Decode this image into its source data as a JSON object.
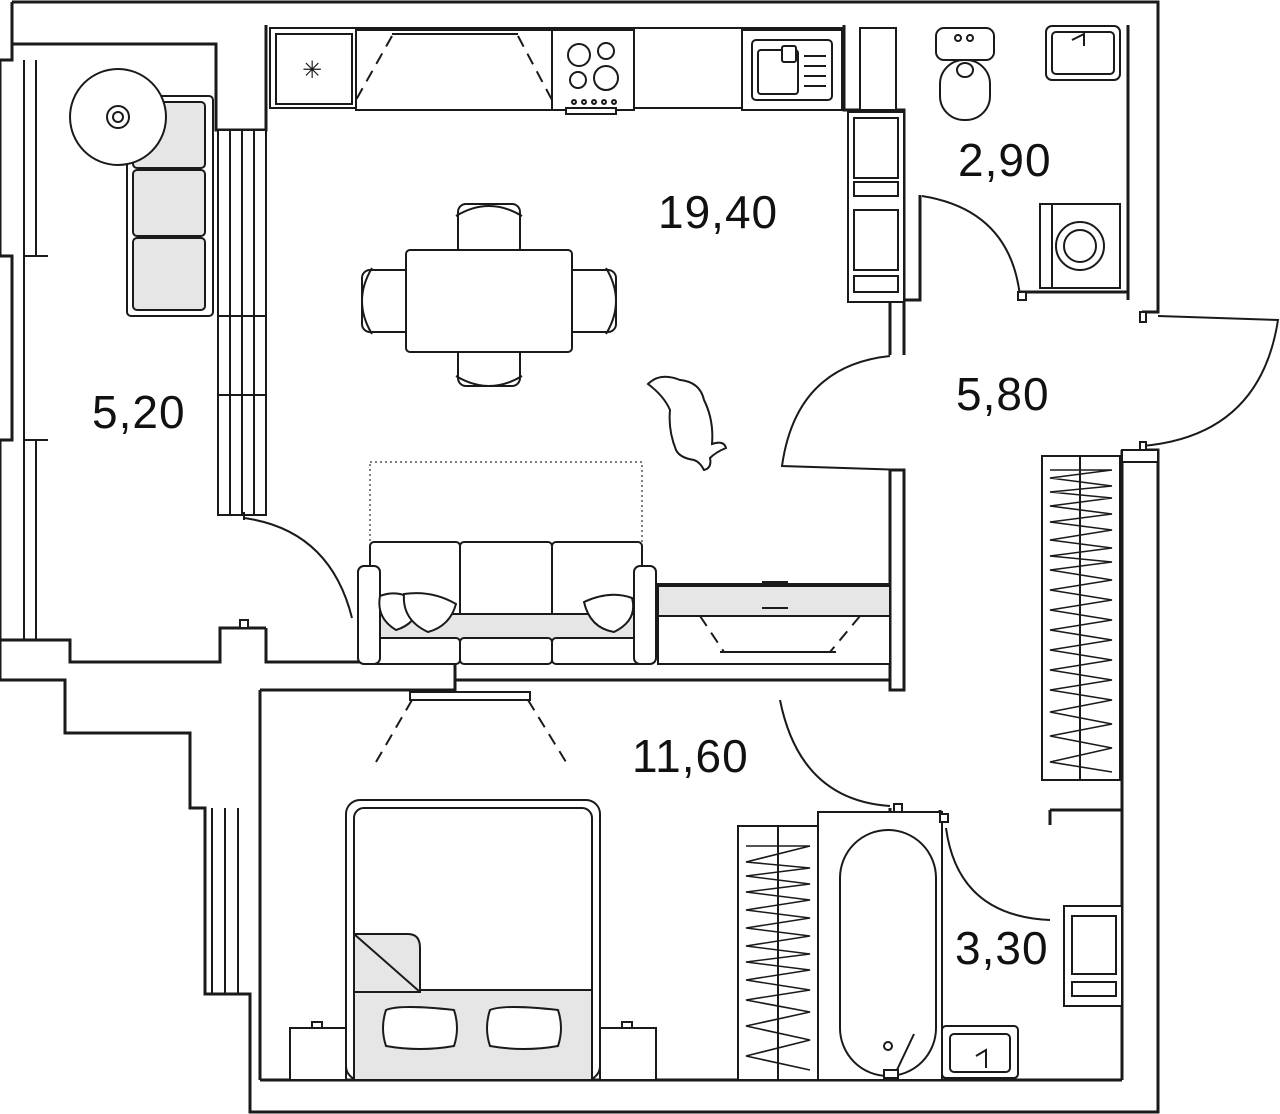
{
  "rooms": [
    {
      "id": "balcony",
      "area": "5,20"
    },
    {
      "id": "kitchen_living",
      "area": "19,40"
    },
    {
      "id": "wc",
      "area": "2,90"
    },
    {
      "id": "hall",
      "area": "5,80"
    },
    {
      "id": "bedroom",
      "area": "11,60"
    },
    {
      "id": "bathroom",
      "area": "3,30"
    }
  ],
  "colors": {
    "wall": "#1a1a1a",
    "furniture_fill": "#ffffff",
    "accent_fill": "#e6e6e6"
  }
}
